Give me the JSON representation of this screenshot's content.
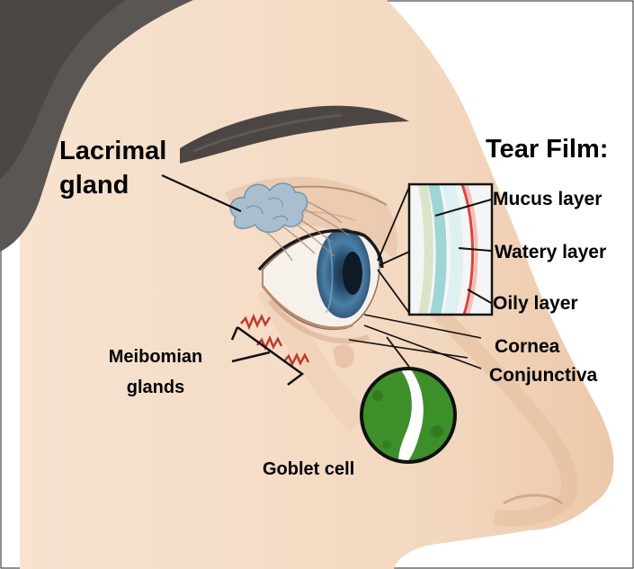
{
  "title": "Tear Film:",
  "labels": {
    "lacrimal_gland": [
      "Lacrimal",
      "gland"
    ],
    "mucus_layer": "Mucus layer",
    "watery_layer": "Watery layer",
    "oily_layer": "Oily layer",
    "cornea": "Cornea",
    "conjunctiva": "Conjunctiva",
    "meibomian_glands": [
      "Meibomian",
      "glands"
    ],
    "goblet_cell": "Goblet cell"
  },
  "colors": {
    "skin": "#f4dcc6",
    "skin_shadow": "#e6c2a5",
    "hair": "#5a5654",
    "eyebrow": "#4b4643",
    "iris": "#4a7fa8",
    "gland_cluster": "#a9bfd0",
    "meibomian": "#c0392b",
    "mucus_band": "#8ecfcf",
    "oily_band": "#e0413e",
    "goblet_green": "#3d8f2a"
  }
}
